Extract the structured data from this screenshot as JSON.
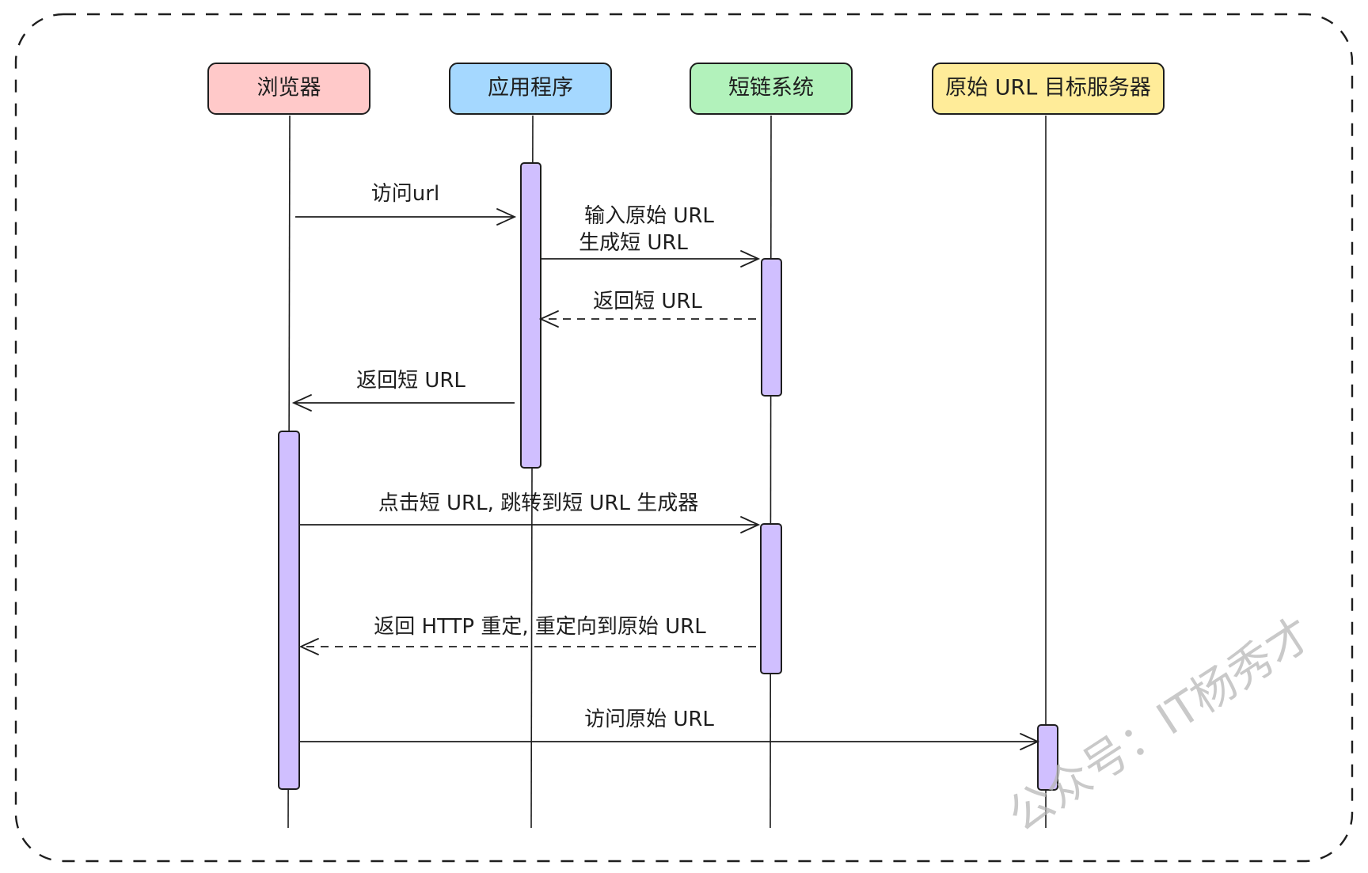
{
  "colors": {
    "browser": "#ffc9c9",
    "app": "#a5d8ff",
    "shortlink": "#b2f2bb",
    "origin": "#ffec99",
    "activation": "#d0bfff"
  },
  "actors": [
    {
      "id": "browser",
      "label": "浏览器"
    },
    {
      "id": "app",
      "label": "应用程序"
    },
    {
      "id": "shortlink",
      "label": "短链系统"
    },
    {
      "id": "origin",
      "label": "原始 URL 目标服务器"
    }
  ],
  "messages": [
    {
      "from": "browser",
      "to": "app",
      "style": "solid",
      "lines": [
        "访问url"
      ]
    },
    {
      "from": "app",
      "to": "shortlink",
      "style": "solid",
      "lines": [
        "输入原始 URL",
        "生成短 URL"
      ]
    },
    {
      "from": "shortlink",
      "to": "app",
      "style": "dashed",
      "lines": [
        "返回短 URL"
      ]
    },
    {
      "from": "app",
      "to": "browser",
      "style": "solid",
      "lines": [
        "返回短 URL"
      ]
    },
    {
      "from": "browser",
      "to": "shortlink",
      "style": "solid",
      "lines": [
        "点击短 URL, 跳转到短 URL 生成器"
      ]
    },
    {
      "from": "shortlink",
      "to": "browser",
      "style": "dashed",
      "lines": [
        "返回 HTTP 重定, 重定向到原始 URL"
      ]
    },
    {
      "from": "browser",
      "to": "origin",
      "style": "solid",
      "lines": [
        "访问原始 URL"
      ]
    }
  ],
  "watermark": "公众号：IT杨秀才"
}
